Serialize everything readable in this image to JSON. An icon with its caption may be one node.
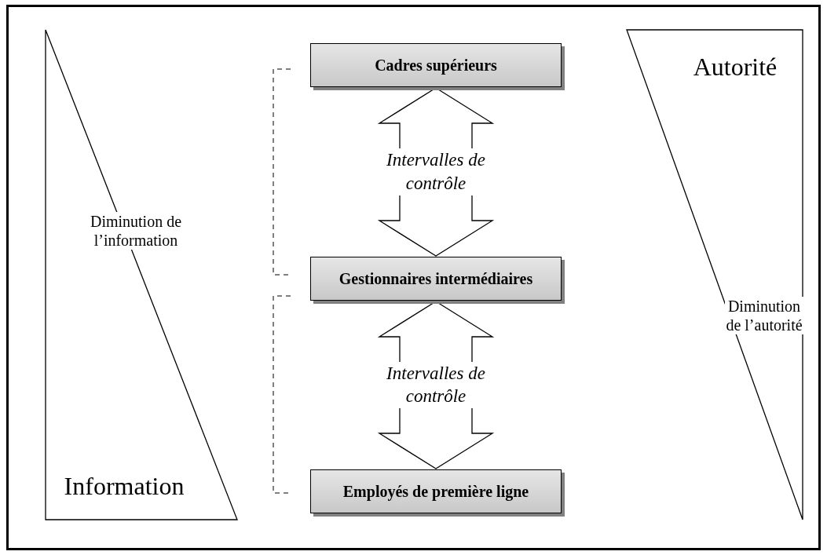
{
  "diagram": {
    "nodes": [
      {
        "text": [
          "Diminution de l’information",
          "Information"
        ]
      },
      {
        "text": [
          "Cadres supérieurs"
        ]
      },
      {
        "text": [
          "Gestionnaires intermédiaires"
        ]
      },
      {
        "text": [
          "Employés de première ligne"
        ]
      },
      {
        "text": [
          "Autorité",
          "Diminution de l’autorité"
        ]
      }
    ],
    "edges": [
      {
        "from": 1,
        "to": 2,
        "arrow": "both",
        "label": "Intervalles de contrôle"
      },
      {
        "from": 2,
        "to": 3,
        "arrow": "both",
        "label": "Intervalles de contrôle"
      }
    ]
  }
}
